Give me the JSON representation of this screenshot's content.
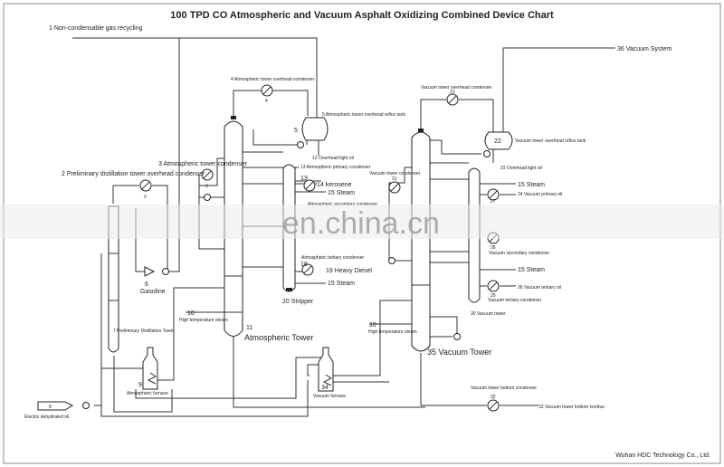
{
  "title": "100 TPD CO Atmospheric and Vacuum Asphalt Oxidizing Combined Device Chart",
  "footer": "Wuhan HDC Technology Co., Ltd.",
  "watermark": "en.china.cn",
  "labels": {
    "l1": "1  Non-condensable gas recycling",
    "l2": "2  Preliminary distillation tower overhead condenser",
    "l2n": "2",
    "l3": "3  Atmospheric tower condenser",
    "l3n": "3",
    "l4": "4  Atmospheric tower overhead condenser",
    "l4n": "4",
    "l5": "5  Atmospheric tower overhead reflux tank",
    "l5n": "5",
    "l6": "6",
    "gasoline": "Gasoline",
    "l7": "7  Preliminary Distillation Tower",
    "l8": "8",
    "feed": "Electric dehydrated oil",
    "l9": "9",
    "atm_furnace": "Atmospheric furnace",
    "l10a": "10",
    "steam_a": "High temperature steam",
    "l11": "11",
    "atm_tower": "Atmospheric Tower",
    "l12": "12 Overhead light oil",
    "l13": "13 Atmospheric primary condenser",
    "l13n": "13",
    "l14": "14 kerosene",
    "l15a": "15 Steam",
    "atm_secondary": "Atmospheric secondary condenser",
    "atm_tertiary": "Atmospheric tertiary condenser",
    "l18n": "18",
    "l19": "19 Heavy Diesel",
    "l15b": "15 Steam",
    "l20": "20  Stripper",
    "vac_overhead_cond": "Vacuum tower overhead condenser",
    "l21n": "21",
    "l22n": "22",
    "vac_reflux": "Vacuum tower overhead reflux tank",
    "l23": "23 Overhead light oil",
    "vac_cond": "Vacuum tower condenser",
    "l31n": "31",
    "l15c": "15 Steam",
    "l24": "24  Vacuum primary oil",
    "l27n": "27",
    "l28n": "28",
    "vac_secondary": "Vacuum secondary condenser",
    "l15d": "15 Steam",
    "l26": "26  Vacuum tertiary oil",
    "l29n": "29",
    "vac_tertiary": "Vacuum tertiary condenser",
    "l30": "30  Vacuum tower",
    "l10b": "10",
    "steam_b": "High temperature steam",
    "l35": "35 Vacuum Tower",
    "l34n": "34",
    "vac_furnace": "Vacuum furnace",
    "vac_bottom_cond": "Vacuum tower bottom condenser",
    "l32n": "32",
    "l33": "33 Vacuum tower bottom residue",
    "l36": "36  Vacuum System"
  }
}
